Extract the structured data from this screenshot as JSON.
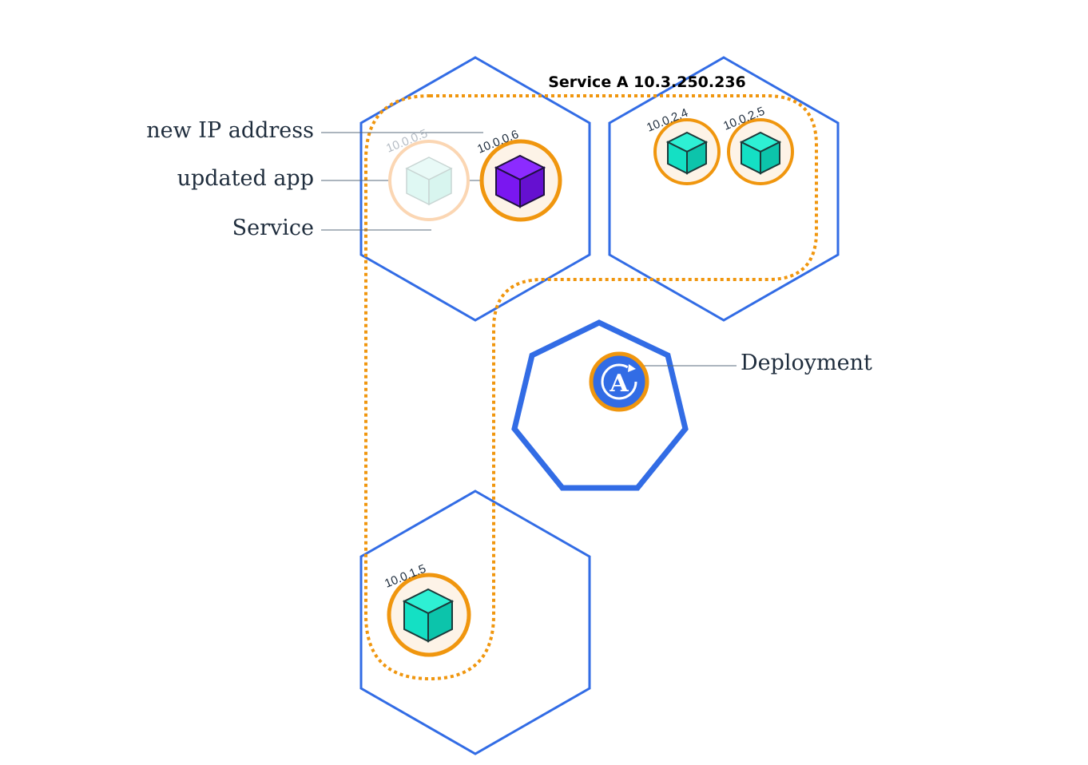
{
  "service": {
    "title": "Service A 10.3.250.236"
  },
  "callouts": {
    "new_ip": "new IP address",
    "updated_app": "updated app",
    "service": "Service",
    "deployment": "Deployment"
  },
  "deployment": {
    "badge_letter": "A"
  },
  "pods": [
    {
      "ip": "10.0.0.5",
      "state": "terminating"
    },
    {
      "ip": "10.0.0.6",
      "state": "updated"
    },
    {
      "ip": "10.0.2.4",
      "state": "running"
    },
    {
      "ip": "10.0.2.5",
      "state": "running"
    },
    {
      "ip": "10.0.1.5",
      "state": "running"
    }
  ],
  "colors": {
    "node_border": "#326ce5",
    "service_border": "#f0960e",
    "pod_fill": "#fdf3e7",
    "container_teal": "#14e0c4",
    "container_purple": "#7a17f0",
    "faded_container": "#cef8f0",
    "deployment_blue": "#326ce5"
  }
}
